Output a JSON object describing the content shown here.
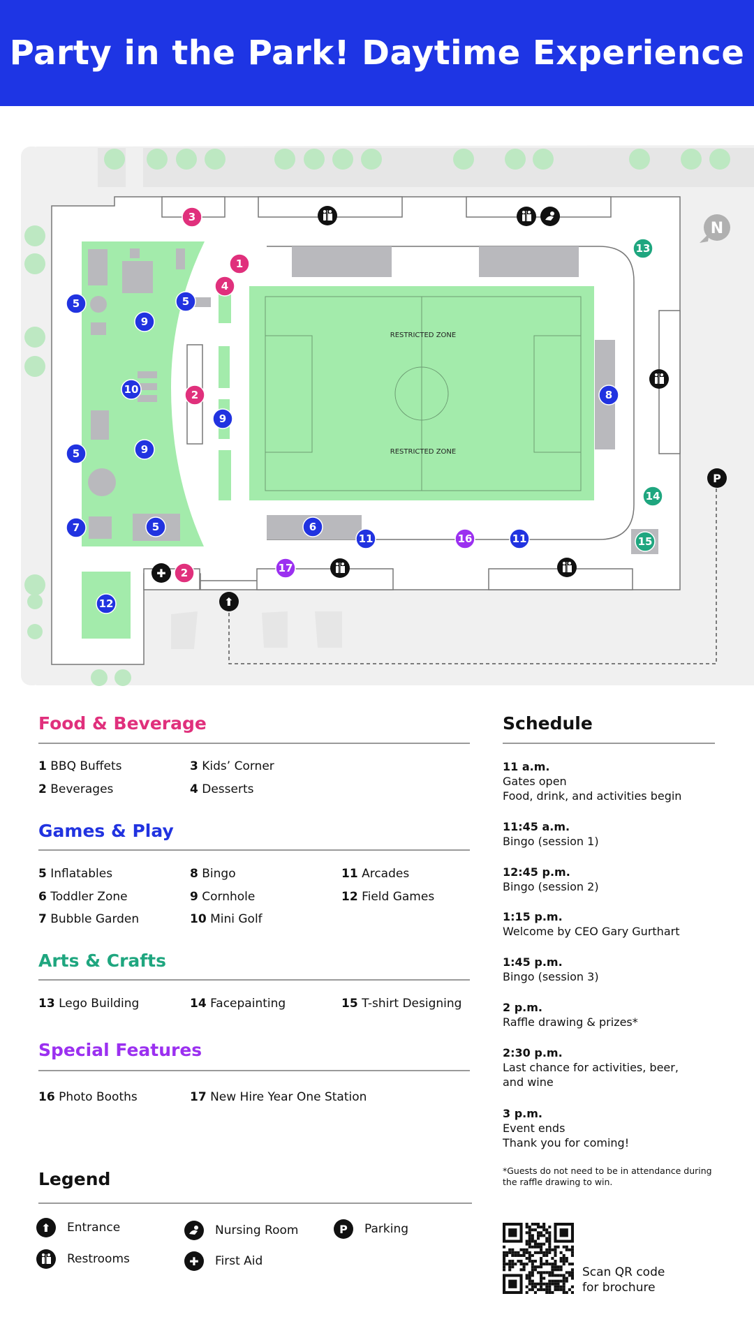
{
  "title": "Party in the Park! Daytime Experience",
  "colors": {
    "header": "#1e35e4",
    "food": "#e0307c",
    "games": "#2133e0",
    "arts": "#1fa67f",
    "special": "#9b30f0",
    "grass": "#a3ebab",
    "building": "#b9b9bd",
    "tree": "#bde8c2"
  },
  "map": {
    "zone_label": "RESTRICTED ZONE",
    "compass": "N",
    "markers": {
      "m1": "1",
      "m2": "2",
      "m3": "3",
      "m4": "4",
      "m5": "5",
      "m6": "6",
      "m7": "7",
      "m8": "8",
      "m9": "9",
      "m10": "10",
      "m11": "11",
      "m12": "12",
      "m13": "13",
      "m14": "14",
      "m15": "15",
      "m16": "16",
      "m17": "17"
    },
    "icons": [
      "restroom-icon",
      "nursing-room-icon",
      "first-aid-icon",
      "entrance-icon",
      "parking-icon"
    ]
  },
  "sections": {
    "food": {
      "title": "Food & Beverage",
      "items": [
        [
          "1",
          "BBQ Buffets"
        ],
        [
          "2",
          "Beverages"
        ],
        [
          "3",
          "Kids’ Corner"
        ],
        [
          "4",
          "Desserts"
        ]
      ]
    },
    "games": {
      "title": "Games & Play",
      "items": [
        [
          "5",
          "Inflatables"
        ],
        [
          "6",
          "Toddler Zone"
        ],
        [
          "7",
          "Bubble Garden"
        ],
        [
          "8",
          "Bingo"
        ],
        [
          "9",
          "Cornhole"
        ],
        [
          "10",
          "Mini Golf"
        ],
        [
          "11",
          "Arcades"
        ],
        [
          "12",
          "Field Games"
        ]
      ]
    },
    "arts": {
      "title": "Arts & Crafts",
      "items": [
        [
          "13",
          "Lego Building"
        ],
        [
          "14",
          "Facepainting"
        ],
        [
          "15",
          "T-shirt Designing"
        ]
      ]
    },
    "special": {
      "title": "Special Features",
      "items": [
        [
          "16",
          "Photo Booths"
        ],
        [
          "17",
          "New Hire Year One Station"
        ]
      ]
    }
  },
  "legend": {
    "title": "Legend",
    "items": [
      {
        "icon": "entrance-icon",
        "label": "Entrance"
      },
      {
        "icon": "restroom-icon",
        "label": "Restrooms"
      },
      {
        "icon": "nursing-room-icon",
        "label": "Nursing Room"
      },
      {
        "icon": "first-aid-icon",
        "label": "First Aid"
      },
      {
        "icon": "parking-icon",
        "label": "Parking"
      }
    ],
    "parking_glyph": "P",
    "first_aid_glyph": "✚",
    "entrance_glyph": "⬆"
  },
  "schedule": {
    "title": "Schedule",
    "entries": [
      {
        "time": "11 a.m.",
        "lines": [
          "Gates open",
          "Food, drink, and activities begin"
        ]
      },
      {
        "time": "11:45 a.m.",
        "lines": [
          "Bingo (session 1)"
        ]
      },
      {
        "time": "12:45 p.m.",
        "lines": [
          "Bingo (session 2)"
        ]
      },
      {
        "time": "1:15 p.m.",
        "lines": [
          "Welcome by CEO Gary Gurthart"
        ]
      },
      {
        "time": "1:45 p.m.",
        "lines": [
          "Bingo (session 3)"
        ]
      },
      {
        "time": "2 p.m.",
        "lines": [
          "Raffle drawing & prizes*"
        ]
      },
      {
        "time": "2:30 p.m.",
        "lines": [
          "Last chance for activities, beer,",
          "and wine"
        ]
      },
      {
        "time": "3 p.m.",
        "lines": [
          "Event ends",
          "Thank you for coming!"
        ]
      }
    ],
    "note": "*Guests do not need to be in attendance during the raffle drawing to win."
  },
  "qr": {
    "label_line1": "Scan QR code",
    "label_line2": "for brochure"
  }
}
